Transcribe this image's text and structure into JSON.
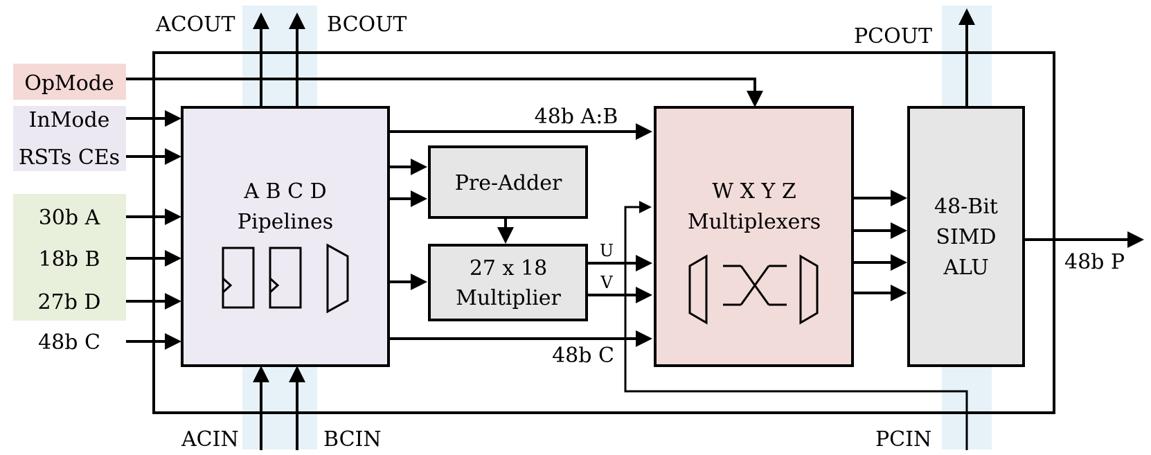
{
  "colors": {
    "opmode_bg": "#f4d9d6",
    "inmode_bg": "#ebe8f2",
    "inputs_bg": "#e8f0dc",
    "cascade_bg": "#e6f2f8",
    "pipelines_fill": "#eeeaf3",
    "mux_fill": "#f2dcda",
    "gray_fill": "#e6e6e6"
  },
  "labels": {
    "acout": "ACOUT",
    "bcout": "BCOUT",
    "pcout": "PCOUT",
    "acin": "ACIN",
    "bcin": "BCIN",
    "pcin": "PCIN",
    "opmode": "OpMode",
    "inmode": "InMode",
    "rsts_ces": "RSTs CEs",
    "in_a": "30b A",
    "in_b": "18b B",
    "in_d": "27b D",
    "in_c": "48b C",
    "ab_bus": "48b A:B",
    "c_bus": "48b C",
    "u": "U",
    "v": "V",
    "out_p": "48b P"
  },
  "blocks": {
    "pipelines": {
      "line1": "A B C D",
      "line2": "Pipelines"
    },
    "preadder": {
      "line1": "Pre-Adder"
    },
    "multiplier": {
      "line1": "27 x 18",
      "line2": "Multiplier"
    },
    "muxes": {
      "line1": "W X Y Z",
      "line2": "Multiplexers"
    },
    "alu": {
      "line1": "48-Bit",
      "line2": "SIMD",
      "line3": "ALU"
    }
  },
  "icons": [
    "register-icon",
    "register-icon",
    "mux-icon",
    "crossbar-mux-icon"
  ]
}
